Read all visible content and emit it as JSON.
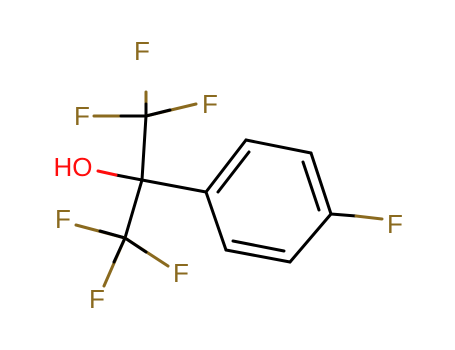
{
  "molecule": {
    "atoms": {
      "F_cf3_top_a": "F",
      "F_cf3_top_b": "F",
      "F_cf3_top_c": "F",
      "hydroxyl": "HO",
      "F_cf3_bot_a": "F",
      "F_cf3_bot_b": "F",
      "F_cf3_bot_c": "F",
      "F_aryl": "F"
    },
    "colors": {
      "bond": "#000000",
      "fluorine": "#8a6a1f",
      "oxygen": "#ff0d0d"
    }
  }
}
